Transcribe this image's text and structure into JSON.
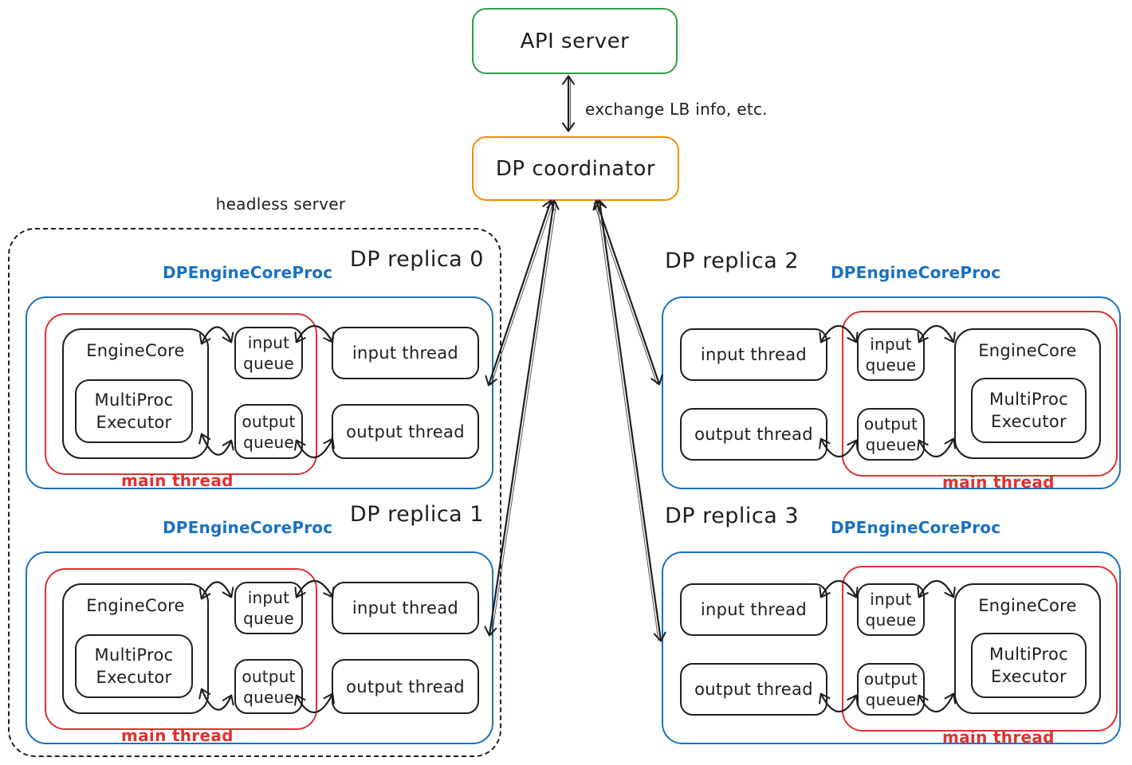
{
  "colors": {
    "api_server_border": "#2f9e44",
    "coordinator_border": "#f08c00",
    "engine_proc_border": "#1971c2",
    "main_thread_border": "#e03131",
    "ink": "#1e1e1e",
    "background": "#ffffff"
  },
  "top": {
    "api_server": "API server",
    "dp_coordinator": "DP coordinator",
    "link_label": "exchange LB info, etc."
  },
  "headless": {
    "label": "headless server"
  },
  "replica_shared": {
    "proc_label": "DPEngineCoreProc",
    "main_thread": "main thread",
    "engine_core": "EngineCore",
    "multiproc_line1": "MultiProc",
    "multiproc_line2": "Executor",
    "input_queue_line1": "input",
    "input_queue_line2": "queue",
    "output_queue_line1": "output",
    "output_queue_line2": "queue",
    "input_thread": "input thread",
    "output_thread": "output thread"
  },
  "replicas": [
    {
      "title": "DP replica 0"
    },
    {
      "title": "DP replica 1"
    },
    {
      "title": "DP replica 2"
    },
    {
      "title": "DP replica 3"
    }
  ]
}
